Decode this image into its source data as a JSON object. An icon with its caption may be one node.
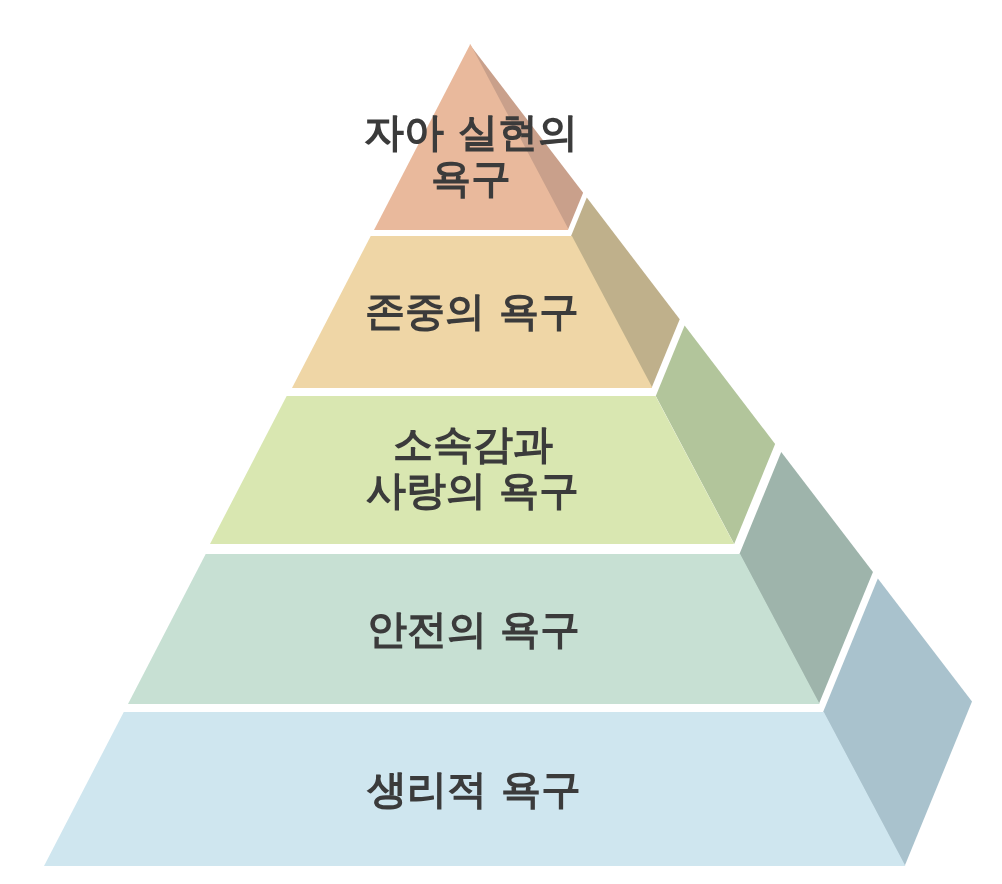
{
  "diagram": {
    "nodes": [
      {
        "text": [
          "자아 실현의 욕구"
        ]
      },
      {
        "text": [
          "존중의 욕구"
        ]
      },
      {
        "text": [
          "소속감과 사랑의 욕구"
        ]
      },
      {
        "text": [
          "안전의 욕구"
        ]
      },
      {
        "text": [
          "생리적 욕구"
        ]
      }
    ]
  }
}
